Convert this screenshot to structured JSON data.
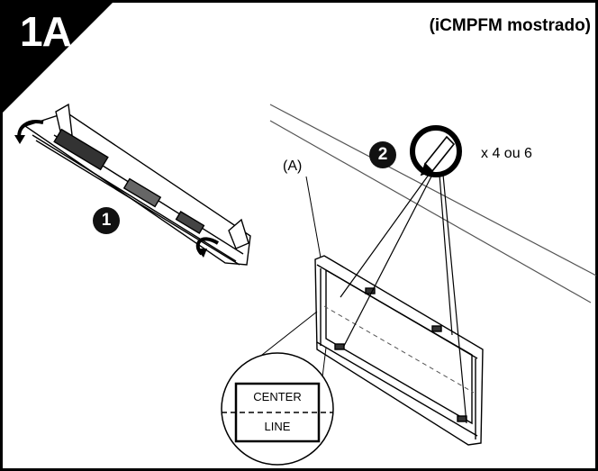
{
  "step": "1A",
  "caption": "(iCMPFM mostrado)",
  "callout_a": "(A)",
  "badge_1": "1",
  "badge_2": "2",
  "quantity": "x 4 ou 6",
  "detail": {
    "top": "CENTER",
    "bottom": "LINE"
  },
  "icons": {
    "marker": "pencil-icon",
    "arrow": "rotate-arrow-icon"
  },
  "colors": {
    "ink": "#000000",
    "background": "#ffffff"
  }
}
